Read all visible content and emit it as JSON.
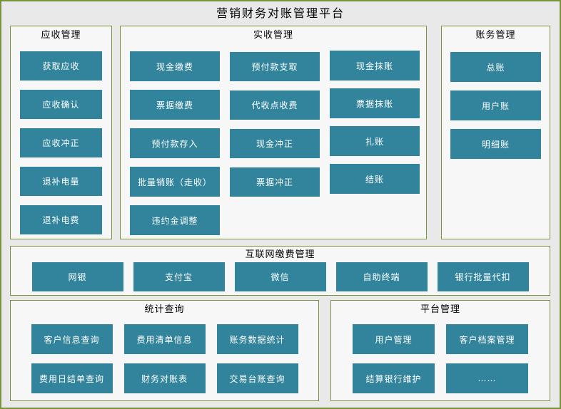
{
  "title": "营销财务对账管理平台",
  "colors": {
    "accent_button": "#31849B",
    "border_olive": "#77933C",
    "page_background": "#E9E9E9",
    "panel_background": "#F7F7F7",
    "button_text": "#FFFFFF",
    "heading_text": "#000000"
  },
  "sections": {
    "receivables": {
      "header": "应收管理",
      "buttons": [
        "获取应收",
        "应收确认",
        "应收冲正",
        "退补电量",
        "退补电费"
      ]
    },
    "actual_receipts": {
      "header": "实收管理",
      "col1": [
        "现金缴费",
        "票据缴费",
        "预付款存入",
        "批量销账（走收）",
        "违约金调整"
      ],
      "col2": [
        "预付款支取",
        "代收点收费",
        "现金冲正",
        "票据冲正"
      ],
      "col3": [
        "现金抹账",
        "票据抹账",
        "扎账",
        "结账"
      ]
    },
    "accounting": {
      "header": "账务管理",
      "buttons": [
        "总账",
        "用户账",
        "明细账"
      ]
    },
    "internet_payment": {
      "header": "互联网缴费管理",
      "buttons": [
        "网银",
        "支付宝",
        "微信",
        "自助终端",
        "银行批量代扣"
      ]
    },
    "statistics_query": {
      "header": "统计查询",
      "buttons": [
        "客户信息查询",
        "费用清单信息",
        "账务数据统计",
        "费用日结单查询",
        "财务对账表",
        "交易台账查询"
      ]
    },
    "platform_mgmt": {
      "header": "平台管理",
      "buttons": [
        "用户管理",
        "客户档案管理",
        "结算银行维护",
        "……"
      ]
    }
  }
}
